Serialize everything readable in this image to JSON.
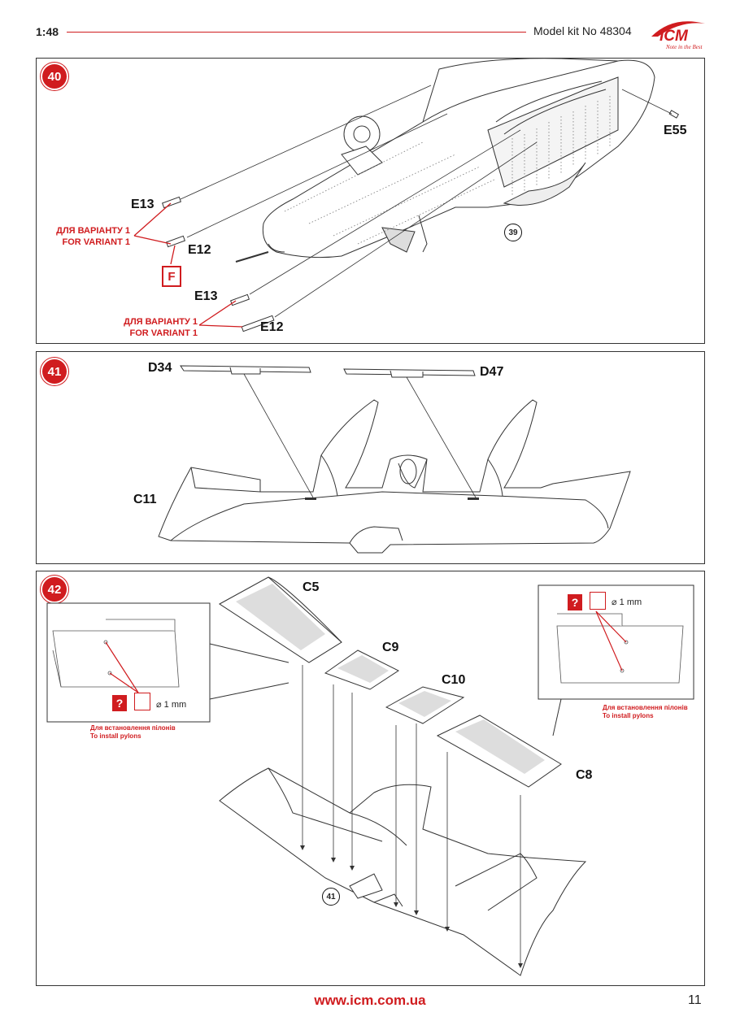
{
  "header": {
    "scale": "1:48",
    "kit": "Model kit No 48304",
    "logo_text": "ICM",
    "logo_tagline": "Note in the Best"
  },
  "step40": {
    "number": "40",
    "parts": {
      "e55": "E55",
      "e13a": "E13",
      "e12a": "E12",
      "e13b": "E13",
      "e12b": "E12"
    },
    "variant_ua": "ДЛЯ ВАРІАНТУ 1",
    "variant_en": "FOR VARIANT 1",
    "variant_ua_2": "ДЛЯ ВАРІАНТУ 1",
    "variant_en_2": "FOR VARIANT 1",
    "variant_box": "F",
    "ref": "39"
  },
  "step41": {
    "number": "41",
    "parts": {
      "d34": "D34",
      "d47": "D47",
      "c11": "C11"
    }
  },
  "step42": {
    "number": "42",
    "parts": {
      "c5": "C5",
      "c9": "C9",
      "c10": "C10",
      "c8": "C8"
    },
    "ref": "41",
    "left_inset": {
      "q": "?",
      "drill": "⌀ 1 mm",
      "note_ua": "Для встановлення пілонів",
      "note_en": "To install pylons"
    },
    "right_inset": {
      "q": "?",
      "drill": "⌀ 1 mm",
      "note_ua": "Для встановлення пілонів",
      "note_en": "To install pylons"
    }
  },
  "footer": {
    "url": "www.icm.com.ua",
    "page": "11"
  },
  "colors": {
    "accent": "#d01c1f",
    "line": "#333333"
  }
}
